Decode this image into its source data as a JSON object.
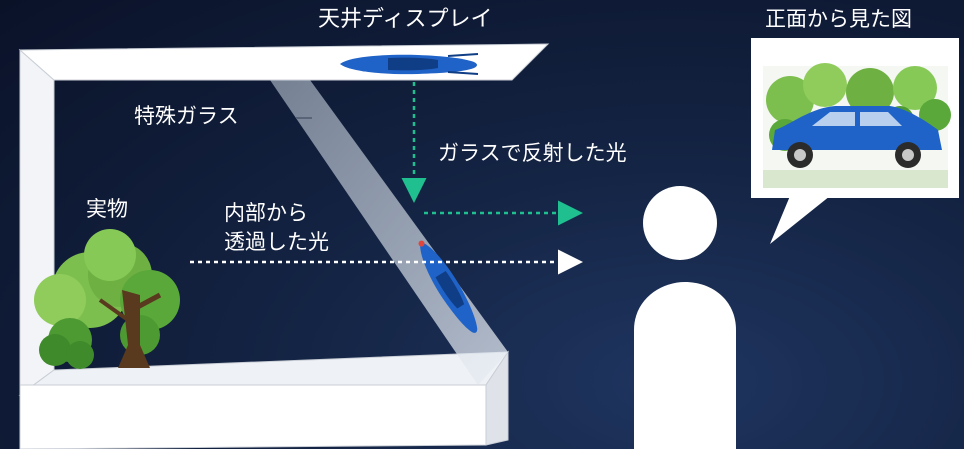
{
  "labels": {
    "ceiling_display": "天井ディスプレイ",
    "special_glass": "特殊ガラス",
    "reflected_light": "ガラスで反射した光",
    "real_object": "実物",
    "transmitted_light_line1": "内部から",
    "transmitted_light_line2": "透過した光",
    "front_view": "正面から見た図"
  },
  "colors": {
    "background": "#0f1c38",
    "reflected_arrow": "#1fbf8f",
    "transmitted_arrow": "#ffffff",
    "car": "#1f63c8",
    "tree": "#5aa83a",
    "frame": "#ffffff"
  },
  "icons": [
    "car-icon",
    "tree-icon",
    "person-icon",
    "speech-bubble"
  ]
}
